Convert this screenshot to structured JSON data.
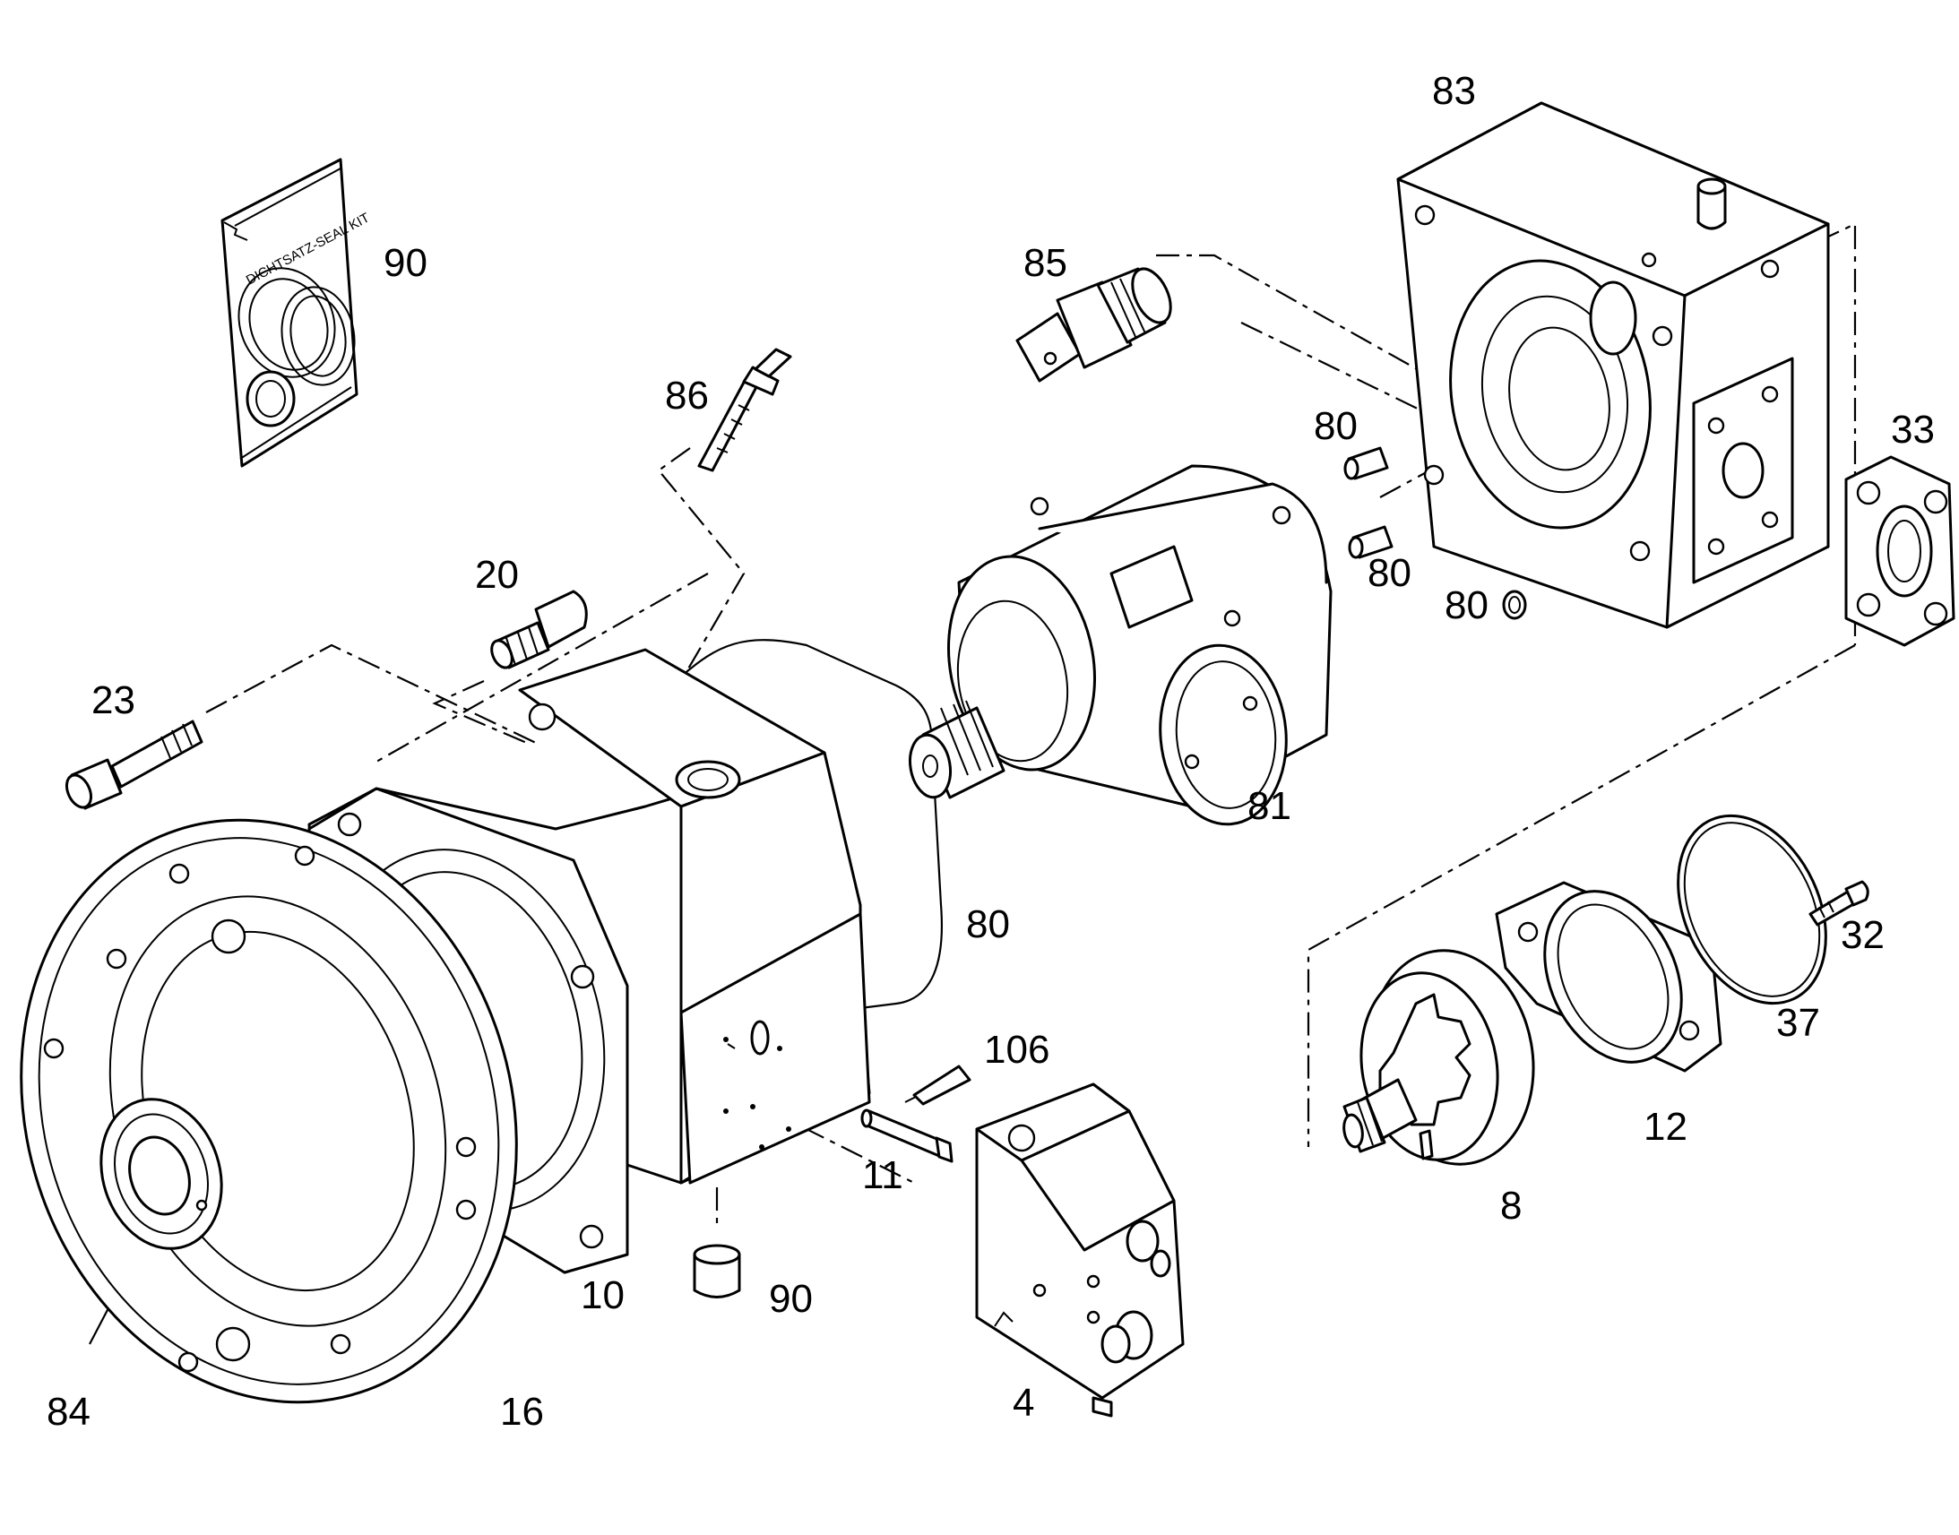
{
  "diagram": {
    "seal_kit_text": "DICHTSATZ-SEAL KIT",
    "callouts": [
      {
        "id": "c90a",
        "text": "90"
      },
      {
        "id": "c86",
        "text": "86"
      },
      {
        "id": "c85",
        "text": "85"
      },
      {
        "id": "c83",
        "text": "83"
      },
      {
        "id": "c80a",
        "text": "80"
      },
      {
        "id": "c80b",
        "text": "80"
      },
      {
        "id": "c80c",
        "text": "80"
      },
      {
        "id": "c33",
        "text": "33"
      },
      {
        "id": "c20",
        "text": "20"
      },
      {
        "id": "c23",
        "text": "23"
      },
      {
        "id": "c81",
        "text": "81"
      },
      {
        "id": "c80d",
        "text": "80"
      },
      {
        "id": "c106",
        "text": "106"
      },
      {
        "id": "c11",
        "text": "11"
      },
      {
        "id": "c32",
        "text": "32"
      },
      {
        "id": "c37",
        "text": "37"
      },
      {
        "id": "c12",
        "text": "12"
      },
      {
        "id": "c8",
        "text": "8"
      },
      {
        "id": "c10",
        "text": "10"
      },
      {
        "id": "c90b",
        "text": "90"
      },
      {
        "id": "c84",
        "text": "84"
      },
      {
        "id": "c16",
        "text": "16"
      },
      {
        "id": "c4",
        "text": "4"
      }
    ]
  }
}
